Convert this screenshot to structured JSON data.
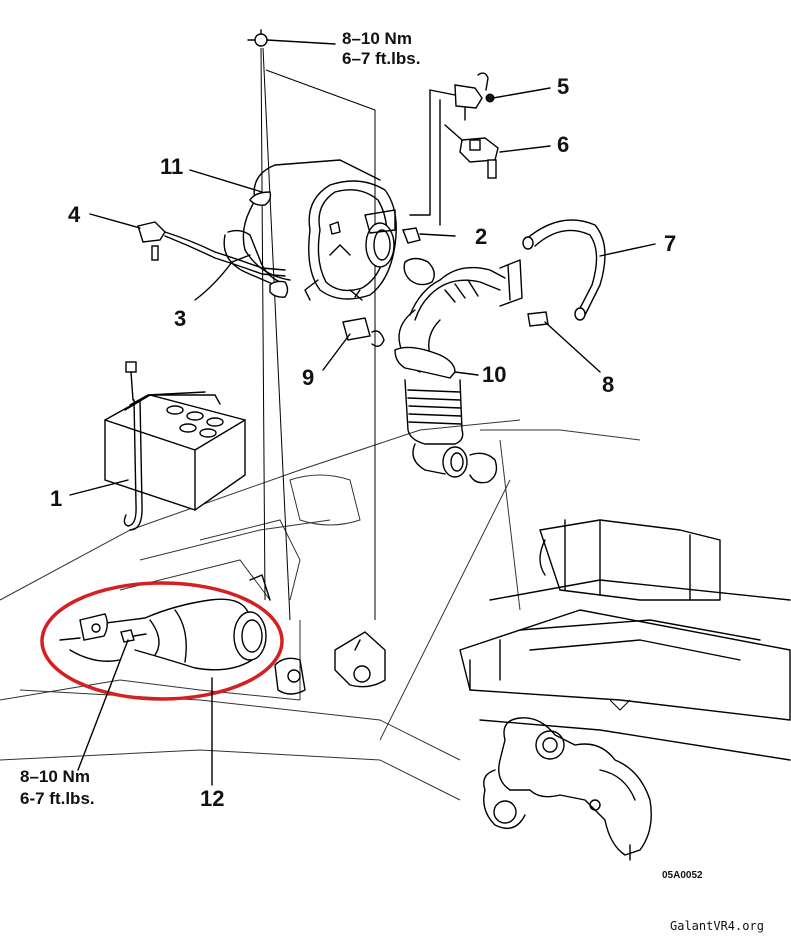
{
  "torque_top": {
    "line1": "8–10 Nm",
    "line2": "6–7 ft.lbs."
  },
  "torque_bottom": {
    "line1": "8–10 Nm",
    "line2": "6-7  ft.lbs."
  },
  "callouts": {
    "c1": "1",
    "c2": "2",
    "c3": "3",
    "c4": "4",
    "c5": "5",
    "c6": "6",
    "c7": "7",
    "c8": "8",
    "c9": "9",
    "c10": "10",
    "c11": "11",
    "c12": "12"
  },
  "figure_code": "05A0052",
  "watermark": "GalantVR4.org",
  "highlight_color": "#d42020"
}
